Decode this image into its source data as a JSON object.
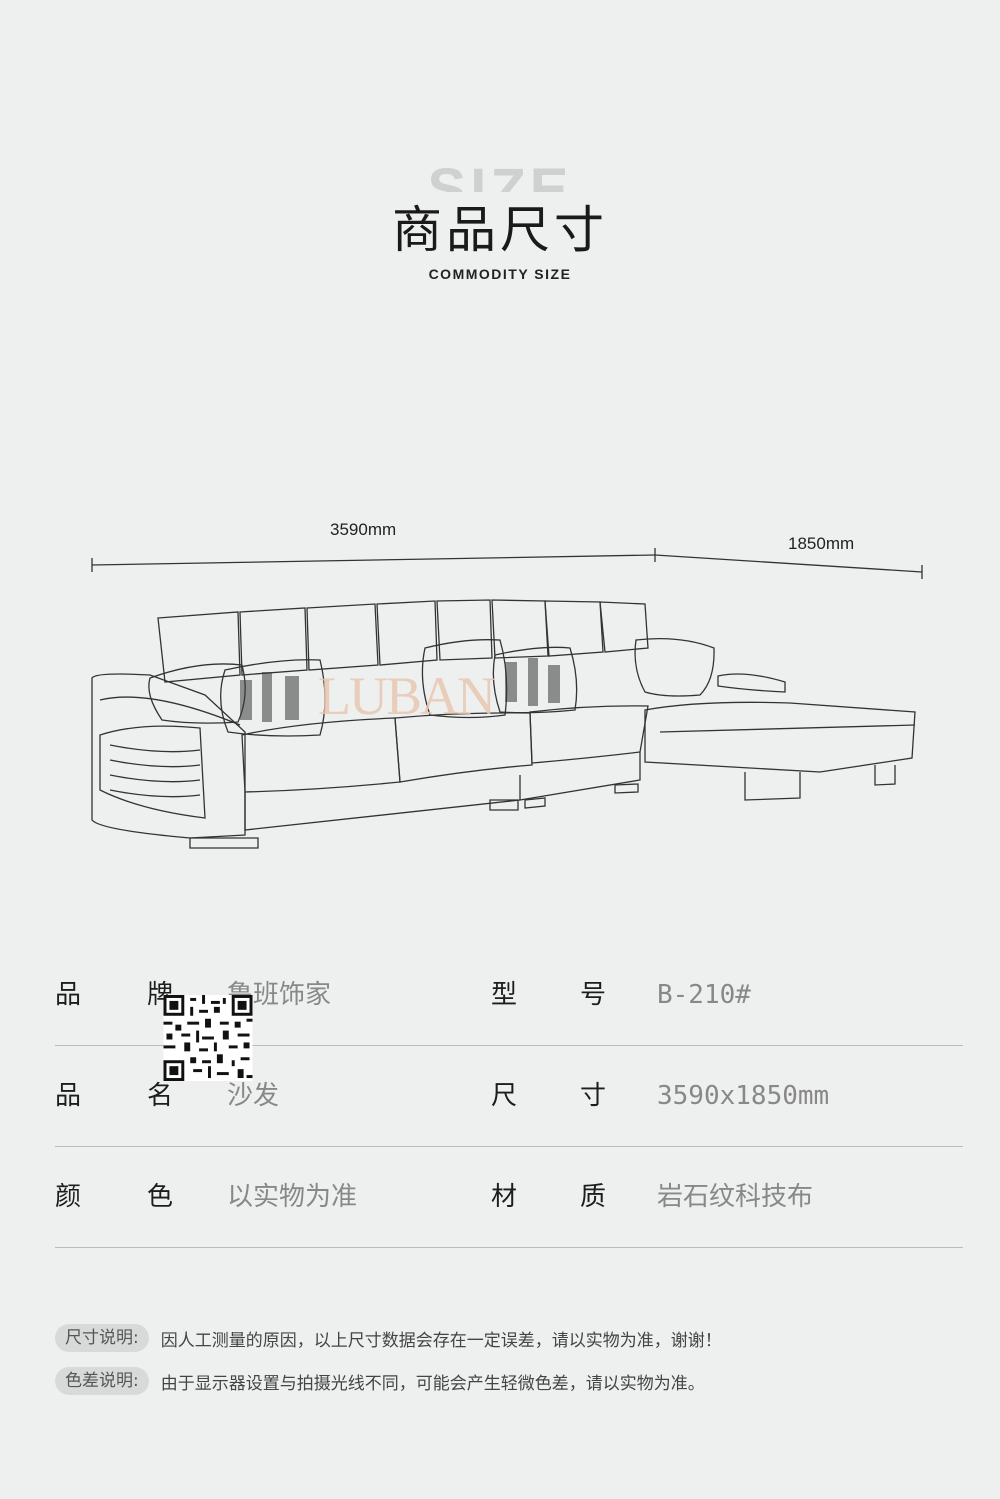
{
  "header": {
    "bg_text": "SIZE",
    "title": "商品尺寸",
    "subtitle": "COMMODITY SIZE"
  },
  "dimensions": {
    "length": "3590mm",
    "depth": "1850mm"
  },
  "watermark": "LUBAN",
  "specs": [
    {
      "k1": "品",
      "k2": "牌",
      "v": "鲁班饰家",
      "k3": "型",
      "k4": "号",
      "v2": "B-210#"
    },
    {
      "k1": "品",
      "k2": "名",
      "v": "沙发",
      "k3": "尺",
      "k4": "寸",
      "v2": "3590x1850mm"
    },
    {
      "k1": "颜",
      "k2": "色",
      "v": "以实物为准",
      "k3": "材",
      "k4": "质",
      "v2": "岩石纹科技布"
    }
  ],
  "notes": [
    {
      "tag": "尺寸说明:",
      "text": "因人工测量的原因，以上尺寸数据会存在一定误差，请以实物为准，谢谢！"
    },
    {
      "tag": "色差说明:",
      "text": "由于显示器设置与拍摄光线不同，可能会产生轻微色差，请以实物为准。"
    }
  ]
}
